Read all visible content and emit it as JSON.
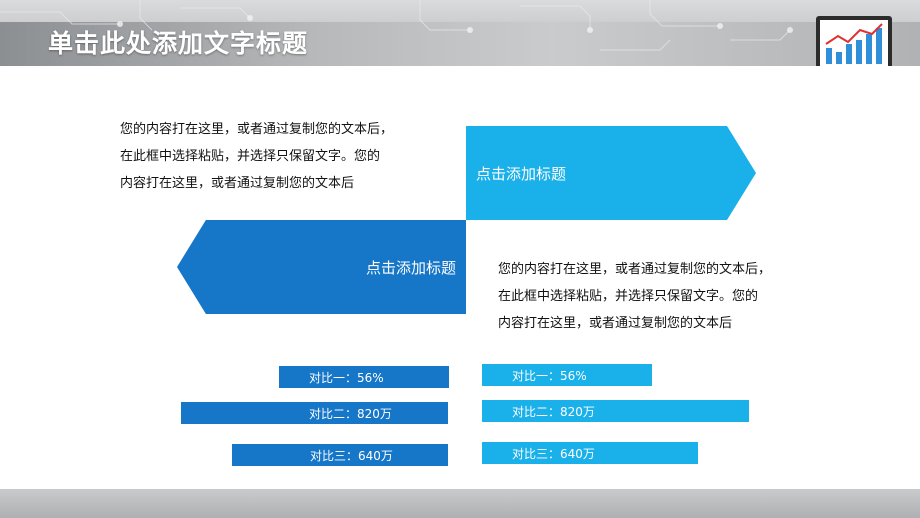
{
  "header": {
    "title": "单击此处添加文字标题"
  },
  "section_top": {
    "paragraph": [
      "您的内容打在这里，或者通过复制您的文本后，",
      "在此框中选择粘贴，并选择只保留文字。您的",
      "内容打在这里，或者通过复制您的文本后"
    ],
    "arrow_label": "点击添加标题",
    "arrow_color": "#1ab0ea"
  },
  "section_bottom": {
    "paragraph": [
      "您的内容打在这里，或者通过复制您的文本后，",
      "在此框中选择粘贴，并选择只保留文字。您的",
      "内容打在这里，或者通过复制您的文本后"
    ],
    "arrow_label": "点击添加标题",
    "arrow_color": "#1676c7"
  },
  "bars_left": [
    {
      "label": "对比一：56%"
    },
    {
      "label": "对比二：820万"
    },
    {
      "label": "对比三：640万"
    }
  ],
  "bars_right": [
    {
      "label": "对比一：56%"
    },
    {
      "label": "对比二：820万"
    },
    {
      "label": "对比三：640万"
    }
  ],
  "icons": {
    "monitor": "monitor-chart-icon"
  },
  "colors": {
    "dark_blue": "#1676c7",
    "light_blue": "#1ab0ea",
    "header_gray": "#b7b9bb"
  }
}
